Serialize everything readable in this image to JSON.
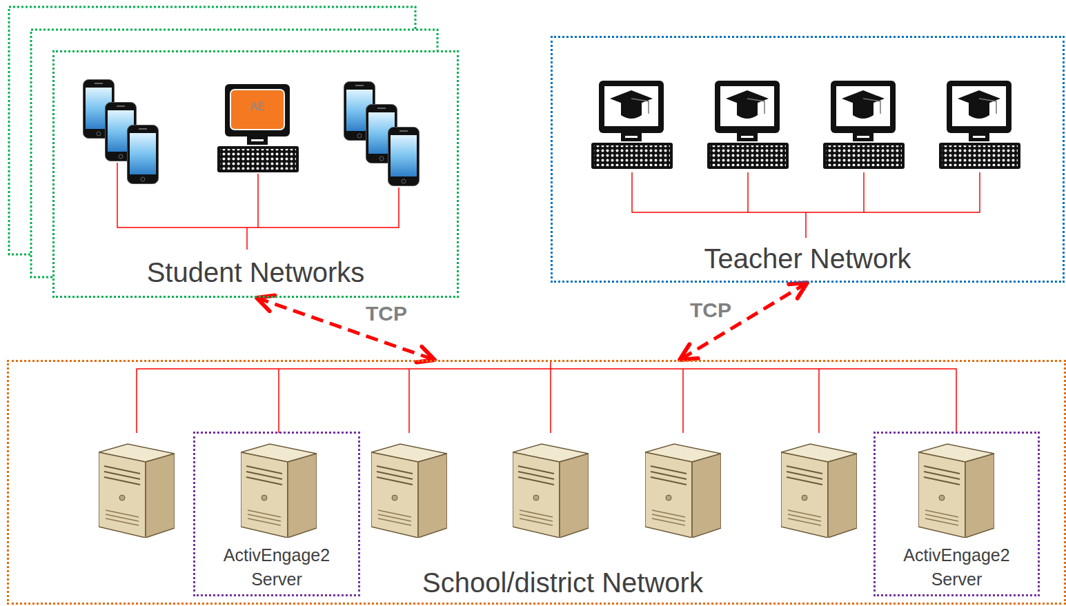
{
  "diagram": {
    "nodes": [
      {
        "text": [
          "Student Networks"
        ]
      },
      {
        "text": [
          "Teacher Network"
        ]
      },
      {
        "text": [
          "School/district Network"
        ]
      },
      {
        "text": [
          "ActivEngage2 Server"
        ],
        "in": 2
      },
      {
        "text": [
          "ActivEngage2 Server"
        ],
        "in": 2
      }
    ],
    "edges": [
      {
        "from": 0,
        "to": 2,
        "label": "TCP",
        "arrow": "both"
      },
      {
        "from": 1,
        "to": 2,
        "label": "TCP",
        "arrow": "both"
      }
    ],
    "labels": [
      "AE"
    ]
  }
}
